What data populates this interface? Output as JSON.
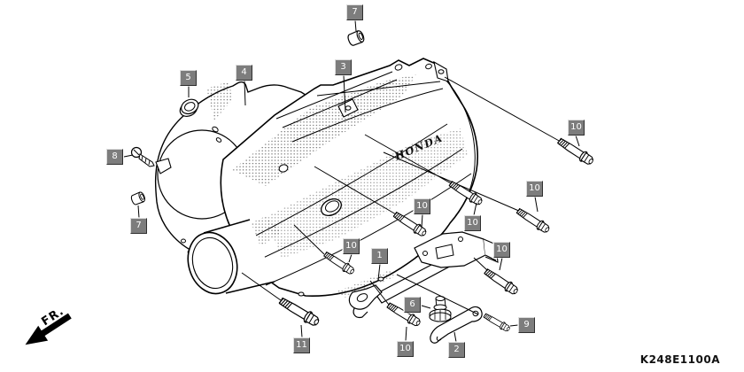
{
  "figure": {
    "part_code": "K248E1100A",
    "direction_label": "FR.",
    "brand_label": "HONDA"
  },
  "callouts": [
    {
      "label": "7"
    },
    {
      "label": "5"
    },
    {
      "label": "4"
    },
    {
      "label": "3"
    },
    {
      "label": "8"
    },
    {
      "label": "7"
    },
    {
      "label": "10"
    },
    {
      "label": "10"
    },
    {
      "label": "10"
    },
    {
      "label": "10"
    },
    {
      "label": "10"
    },
    {
      "label": "1"
    },
    {
      "label": "10"
    },
    {
      "label": "6"
    },
    {
      "label": "9"
    },
    {
      "label": "2"
    },
    {
      "label": "10"
    },
    {
      "label": "11"
    }
  ],
  "colors": {
    "background": "#ffffff",
    "line": "#000000",
    "callout_bg": "#7d7d7d",
    "callout_text": "#ffffff"
  }
}
